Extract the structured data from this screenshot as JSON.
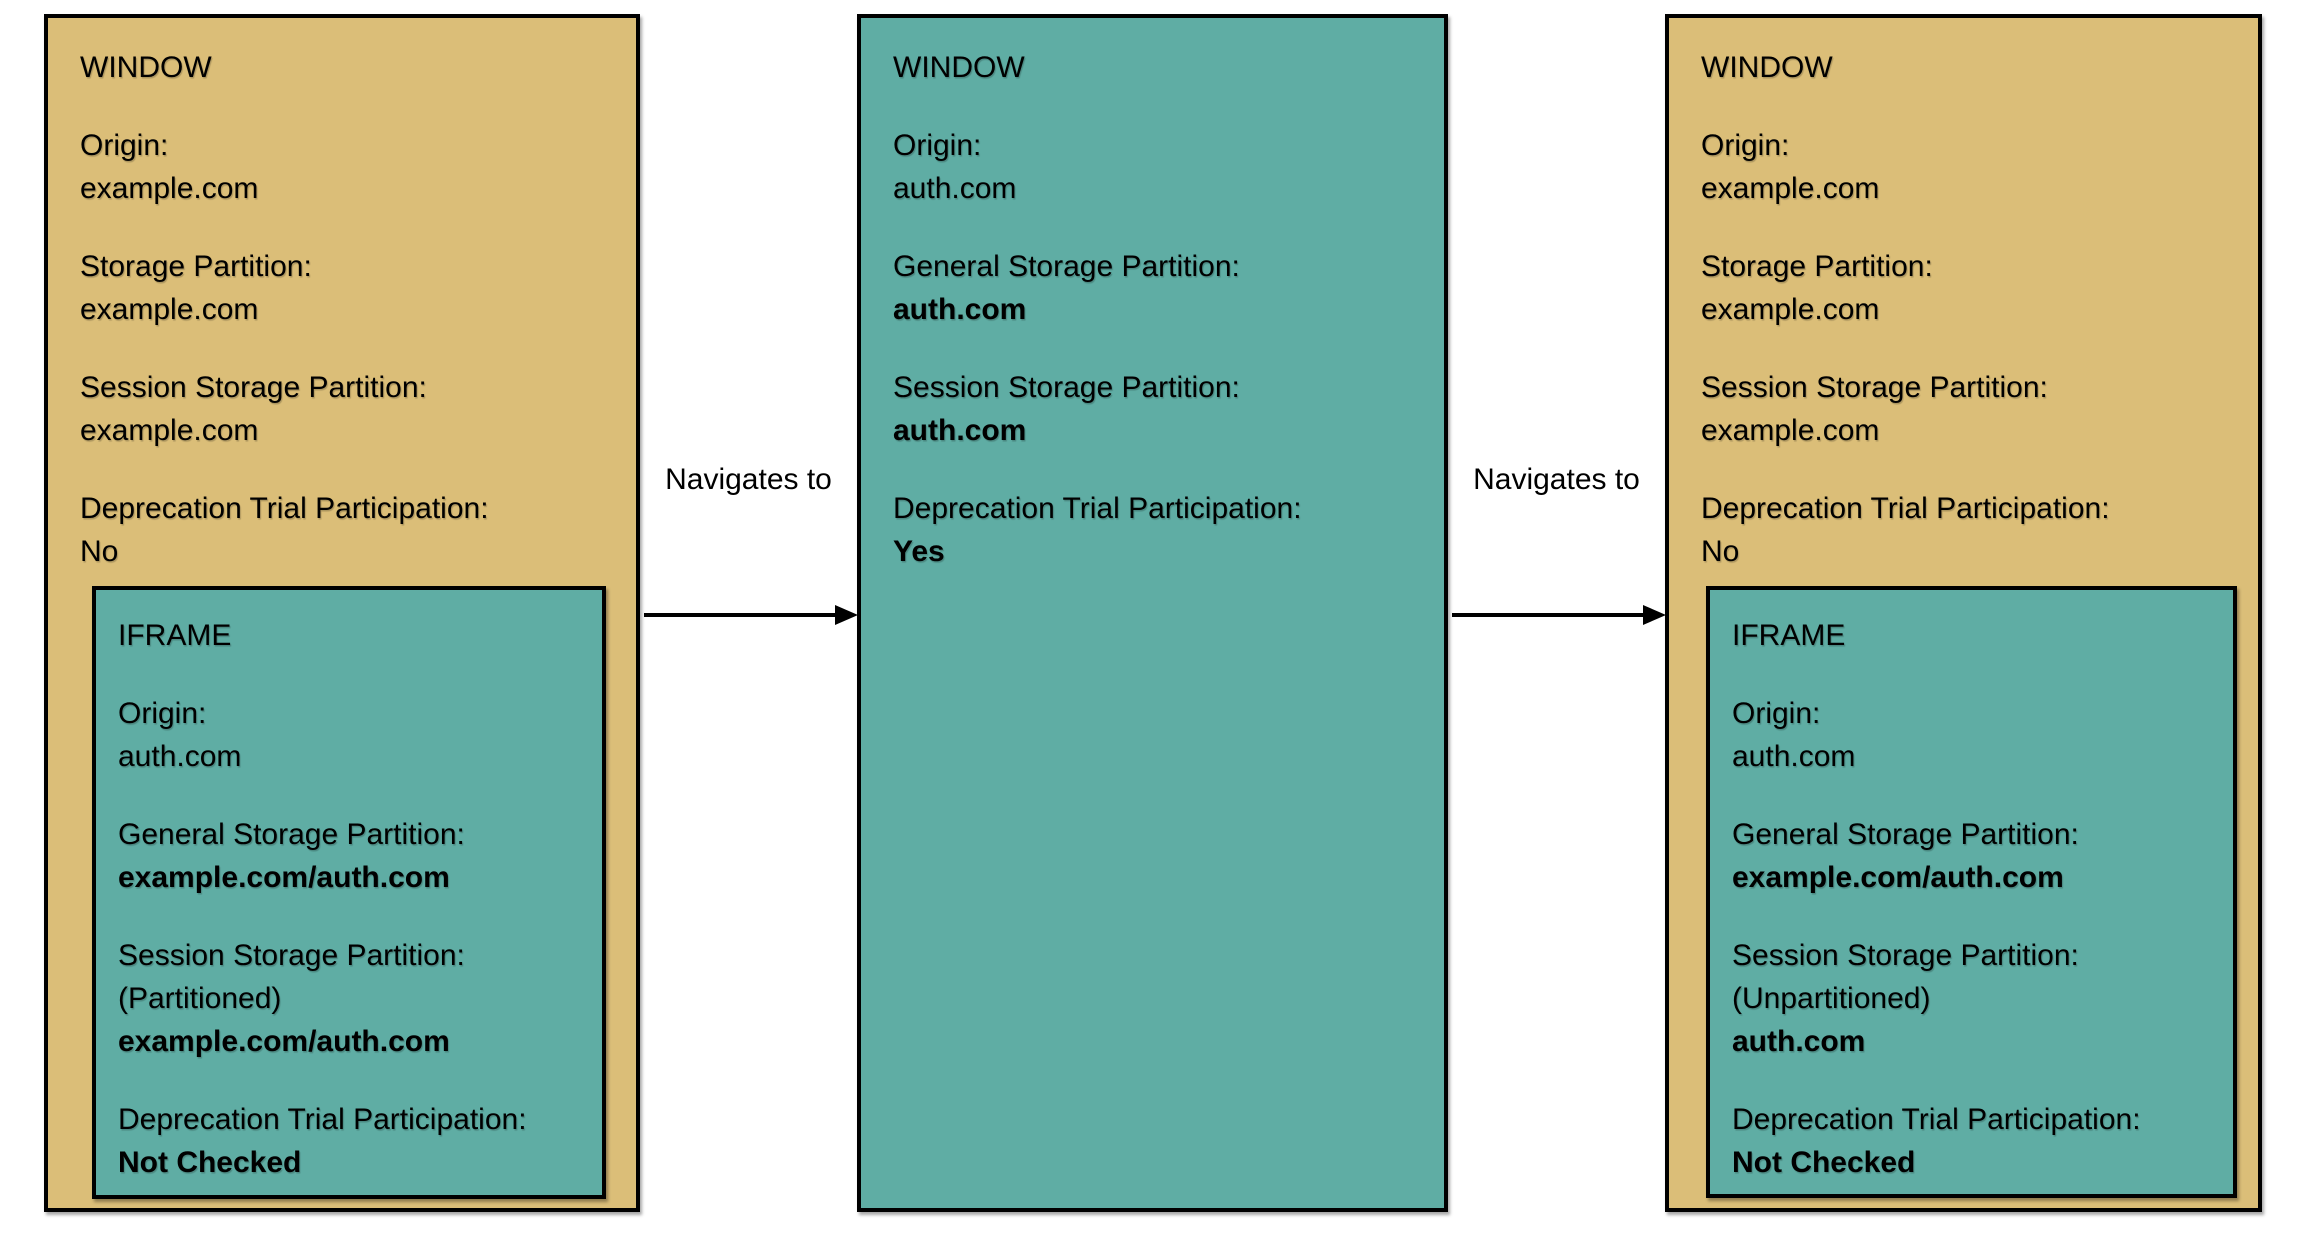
{
  "colors": {
    "window_fill": "#DBBE78",
    "iframe_fill": "#5FADA4",
    "border": "#000000",
    "background": "#FFFFFF",
    "text": "#000000"
  },
  "arrows": [
    {
      "label": "Navigates to"
    },
    {
      "label": "Navigates to"
    }
  ],
  "columns": [
    {
      "title": "WINDOW",
      "fields": [
        {
          "label": "Origin:",
          "lines": [
            {
              "text": "example.com",
              "bold": false
            }
          ]
        },
        {
          "label": "Storage Partition:",
          "lines": [
            {
              "text": "example.com",
              "bold": false
            }
          ]
        },
        {
          "label": "Session Storage Partition:",
          "lines": [
            {
              "text": "example.com",
              "bold": false
            }
          ]
        },
        {
          "label": "Deprecation Trial Participation:",
          "lines": [
            {
              "text": "No",
              "bold": false
            }
          ]
        }
      ],
      "iframe": {
        "title": "IFRAME",
        "fields": [
          {
            "label": "Origin:",
            "lines": [
              {
                "text": "auth.com",
                "bold": false
              }
            ]
          },
          {
            "label": "General Storage Partition:",
            "lines": [
              {
                "text": "example.com/auth.com",
                "bold": true
              }
            ]
          },
          {
            "label": "Session Storage Partition:",
            "lines": [
              {
                "text": "(Partitioned)",
                "bold": false
              },
              {
                "text": "example.com/auth.com",
                "bold": true
              }
            ]
          },
          {
            "label": "Deprecation Trial Participation:",
            "lines": [
              {
                "text": "Not Checked",
                "bold": true
              }
            ]
          }
        ]
      }
    },
    {
      "title": "WINDOW",
      "fields": [
        {
          "label": "Origin:",
          "lines": [
            {
              "text": "auth.com",
              "bold": false
            }
          ]
        },
        {
          "label": "General Storage Partition:",
          "lines": [
            {
              "text": "auth.com",
              "bold": true
            }
          ]
        },
        {
          "label": "Session Storage Partition:",
          "lines": [
            {
              "text": "auth.com",
              "bold": true
            }
          ]
        },
        {
          "label": "Deprecation Trial Participation:",
          "lines": [
            {
              "text": "Yes",
              "bold": true
            }
          ]
        }
      ]
    },
    {
      "title": "WINDOW",
      "fields": [
        {
          "label": "Origin:",
          "lines": [
            {
              "text": "example.com",
              "bold": false
            }
          ]
        },
        {
          "label": "Storage Partition:",
          "lines": [
            {
              "text": "example.com",
              "bold": false
            }
          ]
        },
        {
          "label": "Session Storage Partition:",
          "lines": [
            {
              "text": "example.com",
              "bold": false
            }
          ]
        },
        {
          "label": "Deprecation Trial Participation:",
          "lines": [
            {
              "text": "No",
              "bold": false
            }
          ]
        }
      ],
      "iframe": {
        "title": "IFRAME",
        "fields": [
          {
            "label": "Origin:",
            "lines": [
              {
                "text": "auth.com",
                "bold": false
              }
            ]
          },
          {
            "label": "General Storage Partition:",
            "lines": [
              {
                "text": "example.com/auth.com",
                "bold": true
              }
            ]
          },
          {
            "label": "Session Storage Partition:",
            "lines": [
              {
                "text": "(Unpartitioned)",
                "bold": false
              },
              {
                "text": "auth.com",
                "bold": true
              }
            ]
          },
          {
            "label": "Deprecation Trial Participation:",
            "lines": [
              {
                "text": "Not Checked",
                "bold": true
              }
            ]
          }
        ]
      }
    }
  ]
}
